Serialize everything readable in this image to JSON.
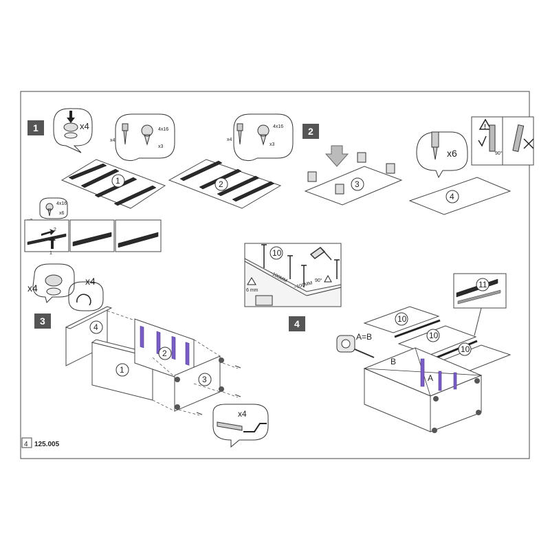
{
  "steps": [
    {
      "label": "1"
    },
    {
      "label": "2"
    },
    {
      "label": "3"
    },
    {
      "label": "4"
    }
  ],
  "step1": {
    "cam_qty": "x4",
    "screw_size_a": "4x16",
    "screw_qty_a": "x3",
    "dowel_qty_a": "x4",
    "screw_size_b": "4x16",
    "screw_qty_b": "x3",
    "dowel_qty_b": "x4",
    "part_a": "1",
    "part_b": "2",
    "detail_screw_size": "4x16",
    "detail_screw_qty": "x6",
    "detail_qty": "x3",
    "arrow_label_1": "1",
    "arrow_label_2": "2"
  },
  "step2": {
    "part_a": "3",
    "part_b": "4",
    "dowel_qty": "x6",
    "angle_label": "90°"
  },
  "step3": {
    "cam_qty_a": "x4",
    "cam_qty_b": "x4",
    "part_back": "4",
    "part_front": "1",
    "part_side_a": "2",
    "part_side_b": "3",
    "tool_qty": "x4"
  },
  "step4": {
    "part_panel": "10",
    "measure_a": "~100MM",
    "measure_b": "~100MM",
    "gap_label": "6 mm",
    "angle_label": "90°",
    "panels": [
      "10",
      "10",
      "10"
    ],
    "part_joint": "11",
    "measure_rule": "A=B",
    "diag_a": "A",
    "diag_b": "B"
  },
  "footer": {
    "page": "4",
    "code": "125.005"
  }
}
